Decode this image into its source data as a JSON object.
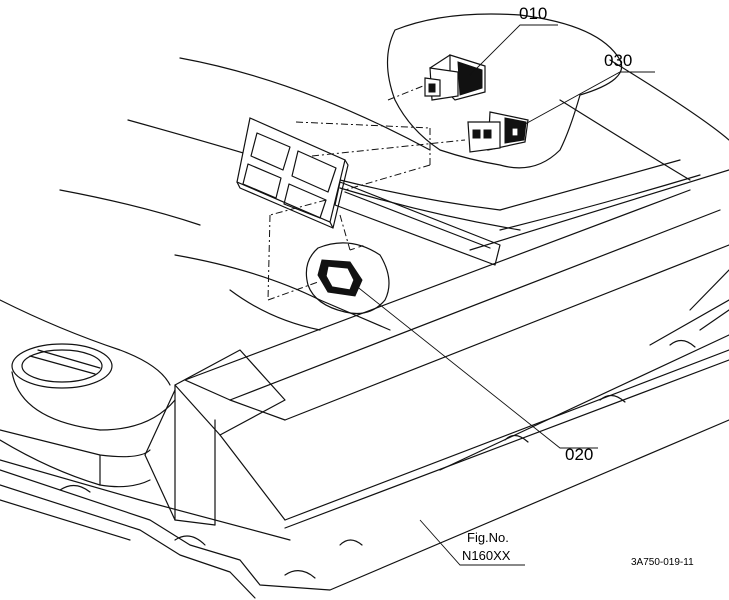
{
  "figure": {
    "callouts": {
      "part_010": "010",
      "part_030": "030",
      "part_020": "020"
    },
    "fig_caption": "Fig.No.",
    "fig_number": "N160XX",
    "drawing_code": "3A750-019-11"
  }
}
